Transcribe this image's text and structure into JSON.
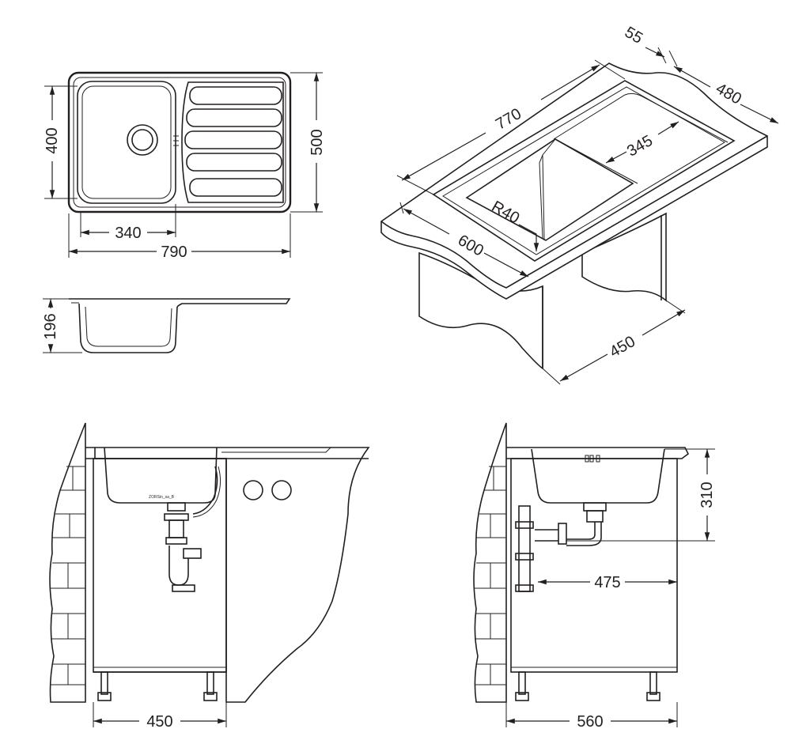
{
  "colors": {
    "line": "#231f20",
    "background": "#ffffff"
  },
  "top_view": {
    "dim_bowl_width": "340",
    "dim_overall_width": "790",
    "dim_bowl_depth": "400",
    "dim_overall_depth": "500"
  },
  "side_view": {
    "dim_height": "196"
  },
  "iso_view": {
    "dim_length": "770",
    "dim_rim": "55",
    "dim_depth": "480",
    "dim_bowl_inner": "345",
    "dim_radius": "R40",
    "dim_cutout": "600",
    "dim_cabinet": "450"
  },
  "front_install": {
    "dim_cabinet_width": "450",
    "label_mark": "ZORSin_sa_B"
  },
  "side_install": {
    "dim_cabinet_width": "560",
    "dim_drain_height": "310",
    "dim_drain_offset": "475"
  }
}
